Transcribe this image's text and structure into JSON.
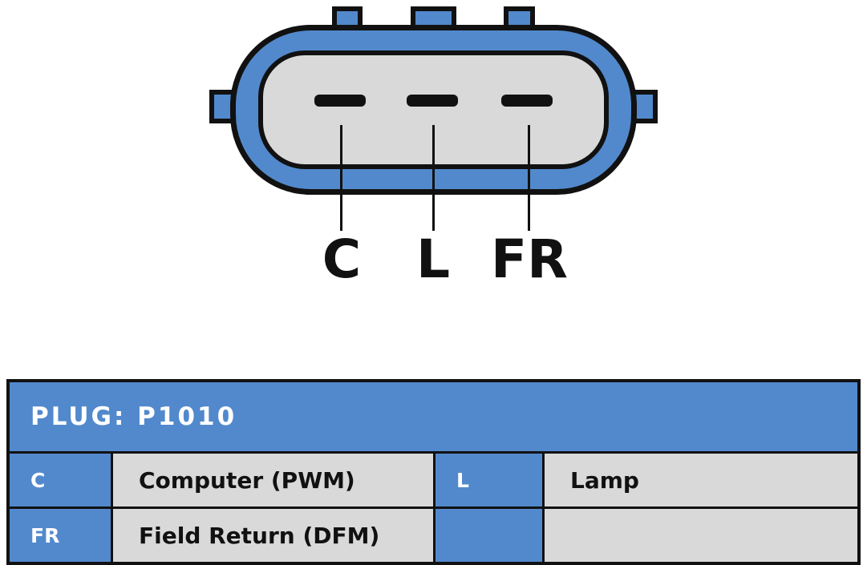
{
  "diagram": {
    "pins": [
      {
        "id": "pin-c",
        "label": "C"
      },
      {
        "id": "pin-l",
        "label": "L"
      },
      {
        "id": "pin-fr",
        "label": "FR"
      }
    ]
  },
  "table": {
    "title": "PLUG: P1010",
    "rows": [
      {
        "pin_a": "C",
        "desc_a": "Computer (PWM)",
        "pin_b": "L",
        "desc_b": "Lamp"
      },
      {
        "pin_a": "FR",
        "desc_a": "Field Return (DFM)",
        "pin_b": "",
        "desc_b": ""
      }
    ]
  },
  "colors": {
    "connector_blue": "#5289cc",
    "panel_gray": "#d9d9d9",
    "outline_black": "#111111",
    "header_text": "#ffffff"
  }
}
